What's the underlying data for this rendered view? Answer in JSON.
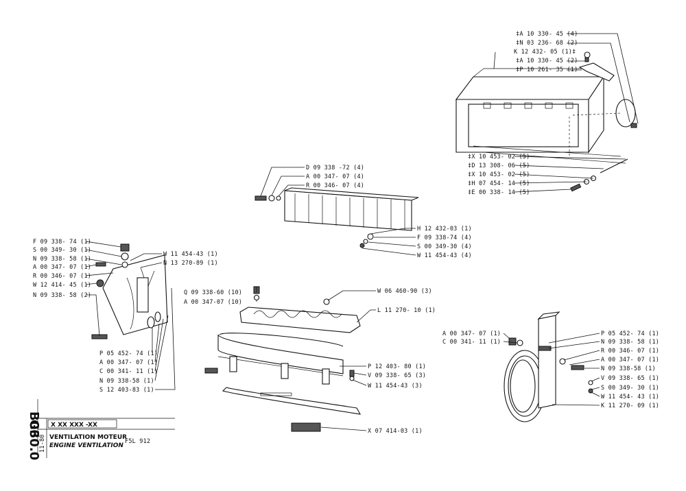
{
  "title_block": {
    "code": "X XX XXX -XX",
    "title_fr": "VENTILATION MOTEUR",
    "title_en": "ENGINE VENTILATION",
    "model": "F5L 912",
    "date": "11-80",
    "section": "B06",
    "page_code": "G30.0"
  },
  "groups": {
    "fan_housing": [
      "‡A 10 330- 45 (4)",
      "‡N 03 236- 68 (2)",
      "K 12 432- 05 (1)‡",
      "‡A 10 330- 45 (2)",
      "‡P 10 261- 35 (1)",
      "‡X 10 453- 02 (5)",
      "‡D 13 308- 06 (5)",
      "‡X 10 453- 02 (5)",
      "‡H 07 454- 14 (5)",
      "‡E 00 338- 14 (5)"
    ],
    "deflector": [
      "D 09 338 -72 (4)",
      "A 00 347- 07 (4)",
      "R 00 346- 07 (4)",
      "H 12 432-03 (1)",
      "F 09 338-74 (4)",
      "S 00 349-30 (4)",
      "W 11 454-43 (4)"
    ],
    "side_bracket": [
      "F 09 338- 74 (1)",
      "S 00 349- 30 (1)",
      "N 09 338- 58 (1)",
      "A 00 347- 07 (1)",
      "R 00 346- 07 (1)",
      "W 12 414- 45 (1)",
      "N 09 338- 58 (2)",
      "W 11 454-43 (1)",
      "N 13 270-89 (1)",
      "P 05 452- 74 (1)",
      "A 00 347- 07 (1)",
      "C 00 341- 11 (1)",
      "N 09 338-58 (1)",
      "S 12 403-83 (1)"
    ],
    "lower_shroud": [
      "Q 09 338-60 (10)",
      "A 00 347-07 (10)",
      "W 06 460-90 (3)",
      "L 11 270- 10 (1)",
      "P 12 403- 80 (1)",
      "V 09 338- 65 (3)",
      "W 11 454-43 (3)",
      "X 07 414-03 (1)"
    ],
    "hose_clamp": [
      "A 00 347- 07 (1)",
      "C 00 341- 11 (1)",
      "P 05 452- 74 (1)",
      "N 09 338- 58 (1)",
      "R 00 346- 07 (1)",
      "A 00 347- 07 (1)",
      "N 09 338-58 (1)",
      "V 09 338- 65 (1)",
      "S 00 349- 30 (1)",
      "W 11 454- 43 (1)",
      "K 11 270- 09 (1)"
    ]
  }
}
